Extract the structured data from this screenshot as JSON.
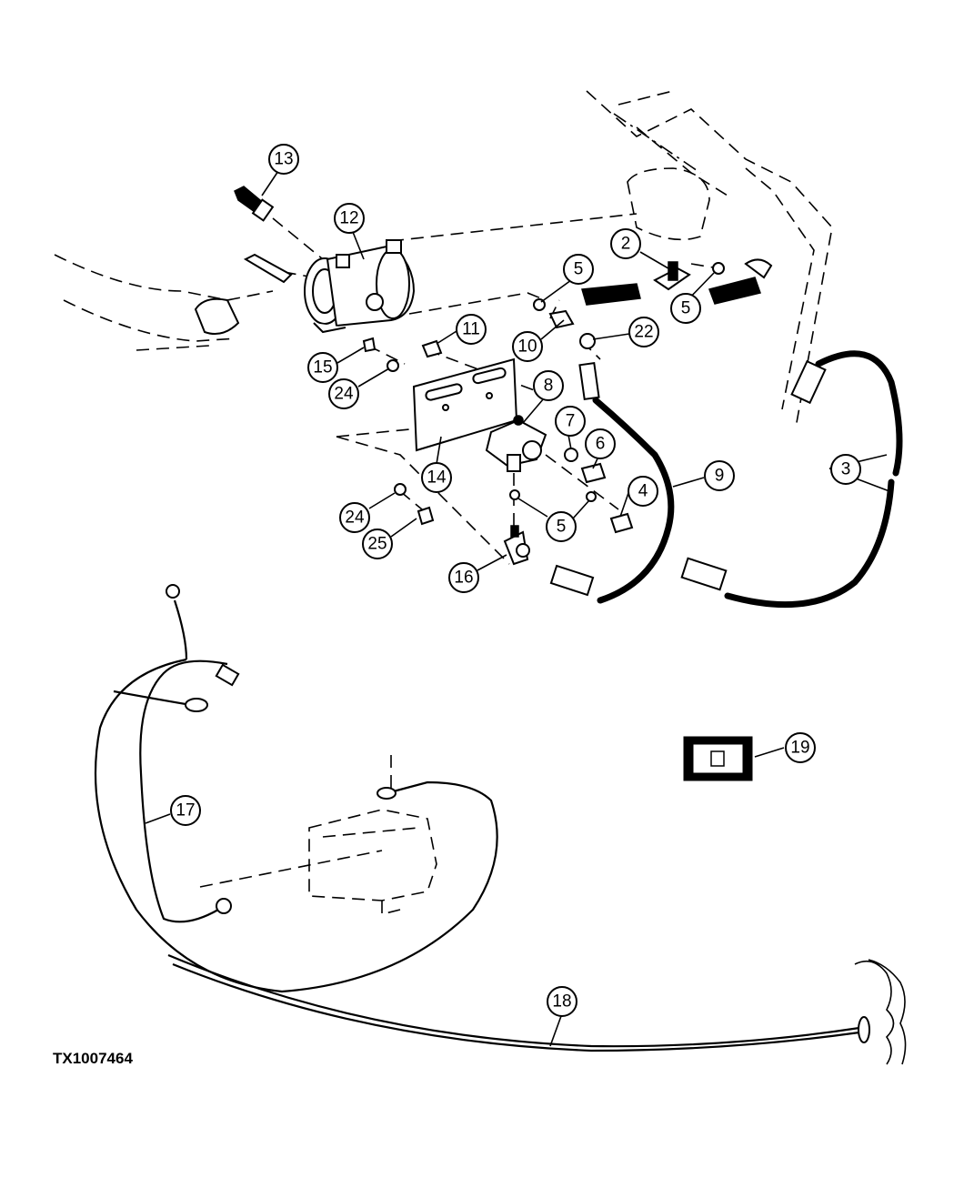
{
  "figure_id": "TX1007464",
  "callouts": [
    {
      "label": "13"
    },
    {
      "label": "12"
    },
    {
      "label": "2"
    },
    {
      "label": "5"
    },
    {
      "label": "5"
    },
    {
      "label": "11"
    },
    {
      "label": "10"
    },
    {
      "label": "22"
    },
    {
      "label": "15"
    },
    {
      "label": "24"
    },
    {
      "label": "8"
    },
    {
      "label": "7"
    },
    {
      "label": "6"
    },
    {
      "label": "9"
    },
    {
      "label": "3"
    },
    {
      "label": "14"
    },
    {
      "label": "4"
    },
    {
      "label": "24"
    },
    {
      "label": "5"
    },
    {
      "label": "25"
    },
    {
      "label": "16"
    },
    {
      "label": "19"
    },
    {
      "label": "17"
    },
    {
      "label": "18"
    }
  ]
}
